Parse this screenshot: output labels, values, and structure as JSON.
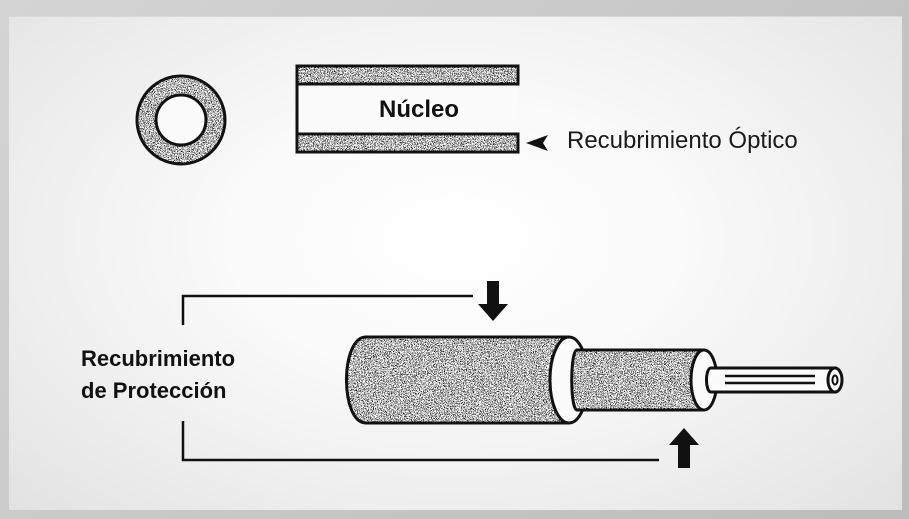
{
  "labels": {
    "core": "Núcleo",
    "optical_cladding": "Recubrimiento Óptico",
    "protective_coating_line1": "Recubrimiento",
    "protective_coating_line2": "de Protección"
  },
  "icons": {
    "ring": "cross-section-ring-icon",
    "pointer": "arrowhead-left-icon",
    "down_arrow": "arrow-down-icon",
    "up_arrow": "arrow-up-icon"
  },
  "colors": {
    "ink": "#111111",
    "panel_light": "#ffffff",
    "frame": "#c9c9c9"
  }
}
